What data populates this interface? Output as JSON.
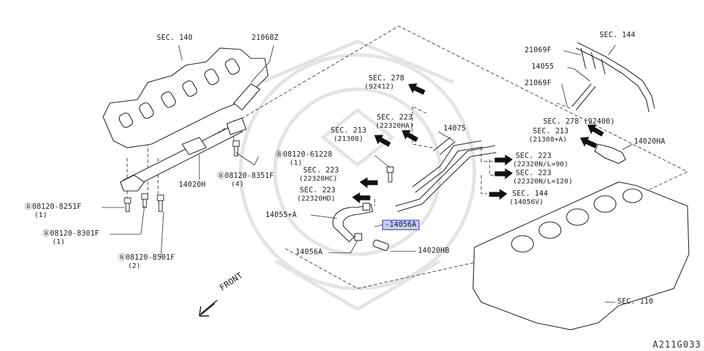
{
  "labels": {
    "sec140": "SEC. 140",
    "p21068z": "21068Z",
    "sec144_top": "SEC. 144",
    "p21069f_1": "21069F",
    "p14055": "14055",
    "p21069f_2": "21069F",
    "sec278_a": "SEC. 278",
    "sec278_a_sub": "(92412)",
    "sec223_ha": "SEC. 223",
    "sec223_ha_sub": "(22320HA)",
    "p14075": "14075",
    "sec278_b": "SEC. 278 (92400)",
    "sec213_left": "SEC. 213",
    "sec213_left_sub": "(21308)",
    "sec213_right": "SEC. 213",
    "sec213_right_sub": "(21308+A)",
    "p14020ha": "14020HA",
    "bolt_61228": "08120-61228",
    "bolt_61228_qty": "(1)",
    "sec223_hc": "SEC. 223",
    "sec223_hc_sub": "(22320HC)",
    "sec223_hd": "SEC. 223",
    "sec223_hd_sub": "(22320HD)",
    "sec223_n90": "SEC. 223",
    "sec223_n90_sub": "(22320N/L=90)",
    "sec223_n120": "SEC. 223",
    "sec223_n120_sub": "(22320N/L=120)",
    "sec144_low": "SEC. 144",
    "sec144_low_sub": "(14056V)",
    "p14020h": "14020H",
    "bolt_8351f": "08120-8351F",
    "bolt_8351f_qty": "(4)",
    "bolt_8251f": "08120-8251F",
    "bolt_8251f_qty": "(1)",
    "bolt_8301f": "08120-8301F",
    "bolt_8301f_qty": "(1)",
    "bolt_8501f": "08120-8501F",
    "bolt_8501f_qty": "(2)",
    "p14055a": "14055+A",
    "p14056a_hl": "14056A",
    "p14056a": "14056A",
    "p14020hb": "14020HB",
    "sec110": "SEC. 110",
    "front": "FRONT",
    "bolt_prefix": "B"
  },
  "diagram_code": "A211G033",
  "highlight_color": "#c3cbf4"
}
